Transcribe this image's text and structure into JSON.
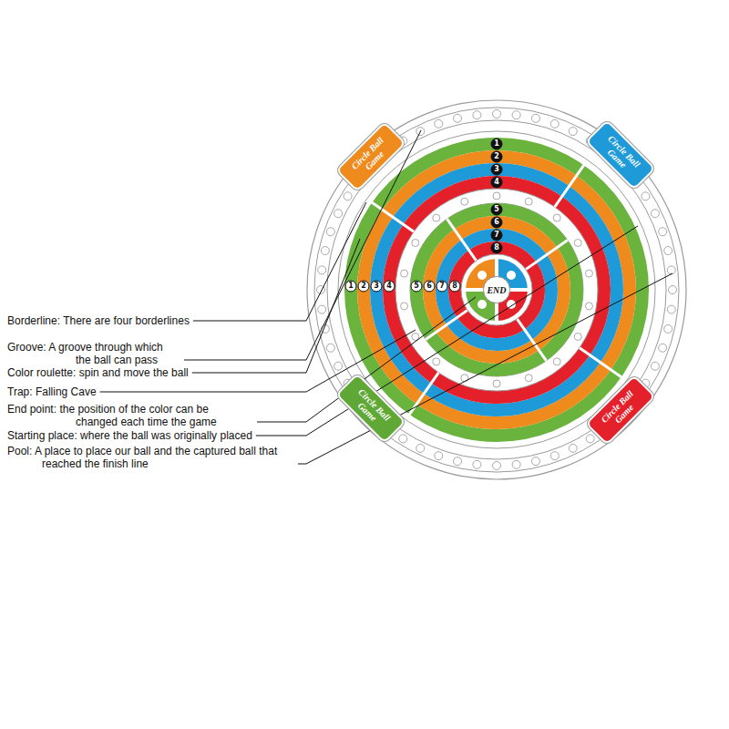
{
  "diagram": {
    "nodes": [
      {
        "text": [
          "Circle Ball Game"
        ]
      },
      {
        "text": [
          "Circle Ball Game"
        ]
      },
      {
        "text": [
          "END"
        ]
      },
      {
        "text": [
          "Circle Ball Game"
        ]
      },
      {
        "text": [
          "Circle Ball Game"
        ]
      }
    ],
    "labels": [
      "Borderline: There are four borderlines",
      "Groove: A groove through which the ball can pass",
      "Color roulette: spin and move the ball",
      "Trap: Falling Cave",
      "End point: the position of the color can be changed each time the game",
      "Starting place: where the ball was originally placed",
      "Pool: A place to place our ball and the captured ball that reached the finish line",
      "1",
      "2",
      "3",
      "4",
      "5",
      "6",
      "7",
      "8",
      "1",
      "2",
      "3",
      "4",
      "5",
      "6",
      "7",
      "8"
    ]
  }
}
